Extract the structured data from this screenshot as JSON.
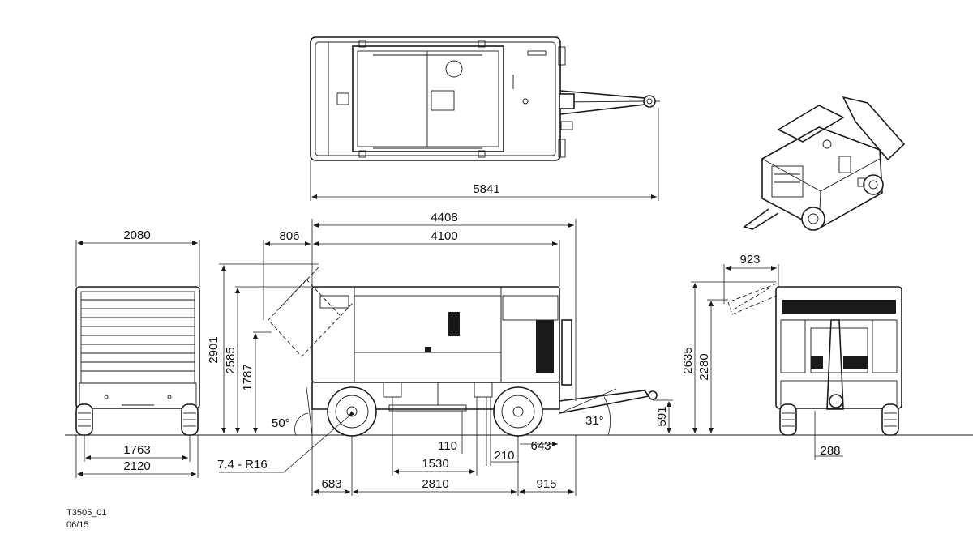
{
  "drawing_id": "T3505_01",
  "drawing_date": "06/15",
  "dimensions": {
    "top_length": "5841",
    "overall_length": "4408",
    "body_length": "4100",
    "door_offset": "806",
    "rear_width": "2080",
    "height_door_open": "2901",
    "height_total": "2585",
    "height_frame": "1787",
    "door_angle": "50°",
    "tire": "7.4 - R16",
    "track_inner": "1763",
    "track_outer": "2120",
    "front_overhang": "683",
    "wheelbase": "2810",
    "rear_overhang": "915",
    "axle_offset": "1530",
    "ground_clear": "110",
    "jack_offset": "210",
    "drawbar_len": "643",
    "drawbar_angle": "31°",
    "hitch_height": "591",
    "front_door_width": "923",
    "front_height_open": "2635",
    "front_height": "2280",
    "drawbar_width": "288"
  }
}
